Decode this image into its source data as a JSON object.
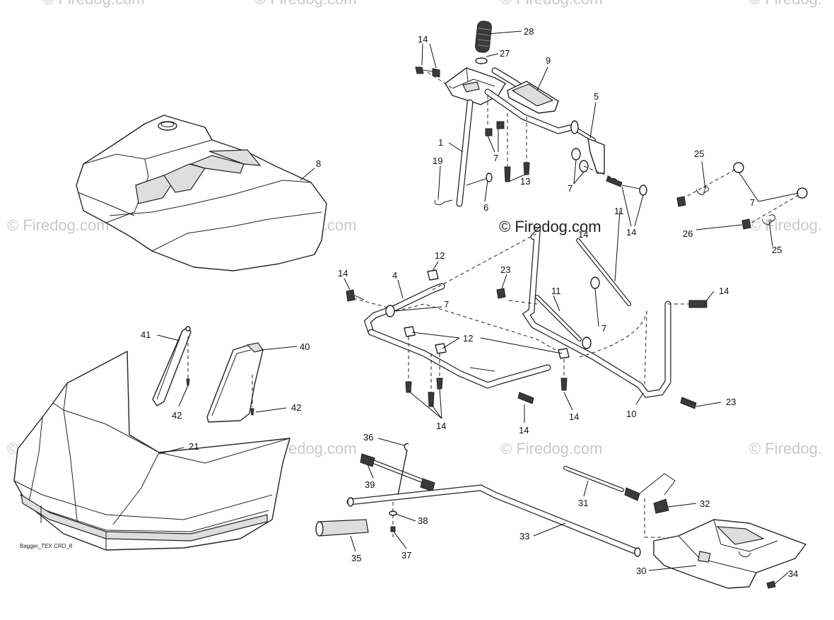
{
  "diagram": {
    "caption": "Bagger_TEX CRD_8",
    "copyright": "© Firedog.com",
    "watermark": "© Firedog.com",
    "watermark_partial": "© Firedog.",
    "callouts": {
      "c28": "28",
      "c27": "27",
      "c9": "9",
      "c14a": "14",
      "c5": "5",
      "c1": "1",
      "c19": "19",
      "c6": "6",
      "c7a": "7",
      "c13": "13",
      "c7b": "7",
      "c14b": "14",
      "c25a": "25",
      "c7c": "7",
      "c26": "26",
      "c25b": "25",
      "c8": "8",
      "c12a": "12",
      "c14c": "14",
      "c4": "4",
      "c7d": "7",
      "c23a": "23",
      "c11a": "11",
      "c11b": "11",
      "c14d": "14",
      "c7e": "7",
      "c12b": "12",
      "c14e": "14",
      "c14f": "14",
      "c14g": "14",
      "c10": "10",
      "c23b": "23",
      "c41": "41",
      "c40": "40",
      "c42a": "42",
      "c42b": "42",
      "c21": "21",
      "c36": "36",
      "c39": "39",
      "c31": "31",
      "c32": "32",
      "c38": "38",
      "c33": "33",
      "c35": "35",
      "c37": "37",
      "c30": "30",
      "c34": "34",
      "c14h": "14"
    }
  }
}
